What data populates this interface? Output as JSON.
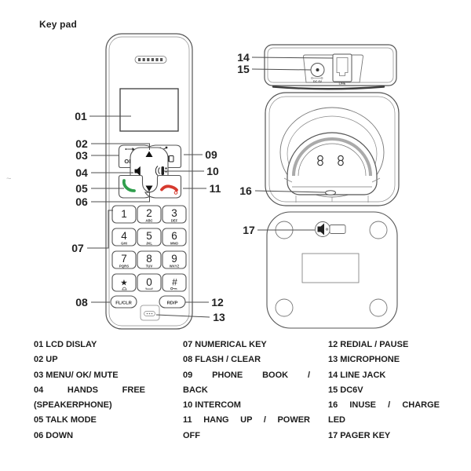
{
  "page": {
    "title": "Key pad",
    "artifact": "~"
  },
  "colors": {
    "talk_green": "#2f9e4c",
    "hangup_red": "#d63a2e",
    "line_art": "#555555"
  },
  "callouts": {
    "c01": "01",
    "c02": "02",
    "c03": "03",
    "c04": "04",
    "c05": "05",
    "c06": "06",
    "c07": "07",
    "c08": "08",
    "c09": "09",
    "c10": "10",
    "c11": "11",
    "c12": "12",
    "c13": "13",
    "c14": "14",
    "c15": "15",
    "c16": "16",
    "c17": "17"
  },
  "handset": {
    "ok_label": "OK",
    "flash_label": "FL/CLR",
    "redial_label": "RD/P",
    "keys": [
      {
        "digit": "1",
        "letters": ""
      },
      {
        "digit": "2",
        "letters": "ABC"
      },
      {
        "digit": "3",
        "letters": "DEF"
      },
      {
        "digit": "4",
        "letters": "GHI"
      },
      {
        "digit": "5",
        "letters": "JKL"
      },
      {
        "digit": "6",
        "letters": "MNO"
      },
      {
        "digit": "7",
        "letters": "PQRS"
      },
      {
        "digit": "8",
        "letters": "TUV"
      },
      {
        "digit": "9",
        "letters": "WXYZ"
      },
      {
        "digit": "★",
        "letters": ""
      },
      {
        "digit": "0",
        "letters": ""
      },
      {
        "digit": "#",
        "letters": ""
      }
    ]
  },
  "base": {
    "dc_label": "DC 6V",
    "line_label": "LINE"
  },
  "legend": {
    "col1": [
      {
        "lines": [
          "01 LCD DISLAY"
        ]
      },
      {
        "lines": [
          "02 UP"
        ]
      },
      {
        "lines": [
          "03 MENU/ OK/ MUTE"
        ]
      },
      {
        "lines": [
          "04 HANDS FREE",
          "(SPEAKERPHONE)"
        ]
      },
      {
        "lines": [
          "05 TALK MODE"
        ]
      },
      {
        "lines": [
          "06 DOWN"
        ]
      }
    ],
    "col2": [
      {
        "lines": [
          "07 NUMERICAL KEY"
        ]
      },
      {
        "lines": [
          "08 FLASH / CLEAR"
        ]
      },
      {
        "lines": [
          "09 PHONE BOOK /",
          "BACK"
        ]
      },
      {
        "lines": [
          "10 INTERCOM"
        ]
      },
      {
        "lines": [
          "11 HANG UP / POWER",
          "OFF"
        ]
      }
    ],
    "col3": [
      {
        "lines": [
          "12 REDIAL / PAUSE"
        ]
      },
      {
        "lines": [
          "13 MICROPHONE"
        ]
      },
      {
        "lines": [
          "14 LINE JACK"
        ]
      },
      {
        "lines": [
          "15 DC6V"
        ]
      },
      {
        "lines": [
          "16 INUSE / CHARGE",
          "LED"
        ]
      },
      {
        "lines": [
          "17 PAGER KEY"
        ]
      }
    ]
  }
}
